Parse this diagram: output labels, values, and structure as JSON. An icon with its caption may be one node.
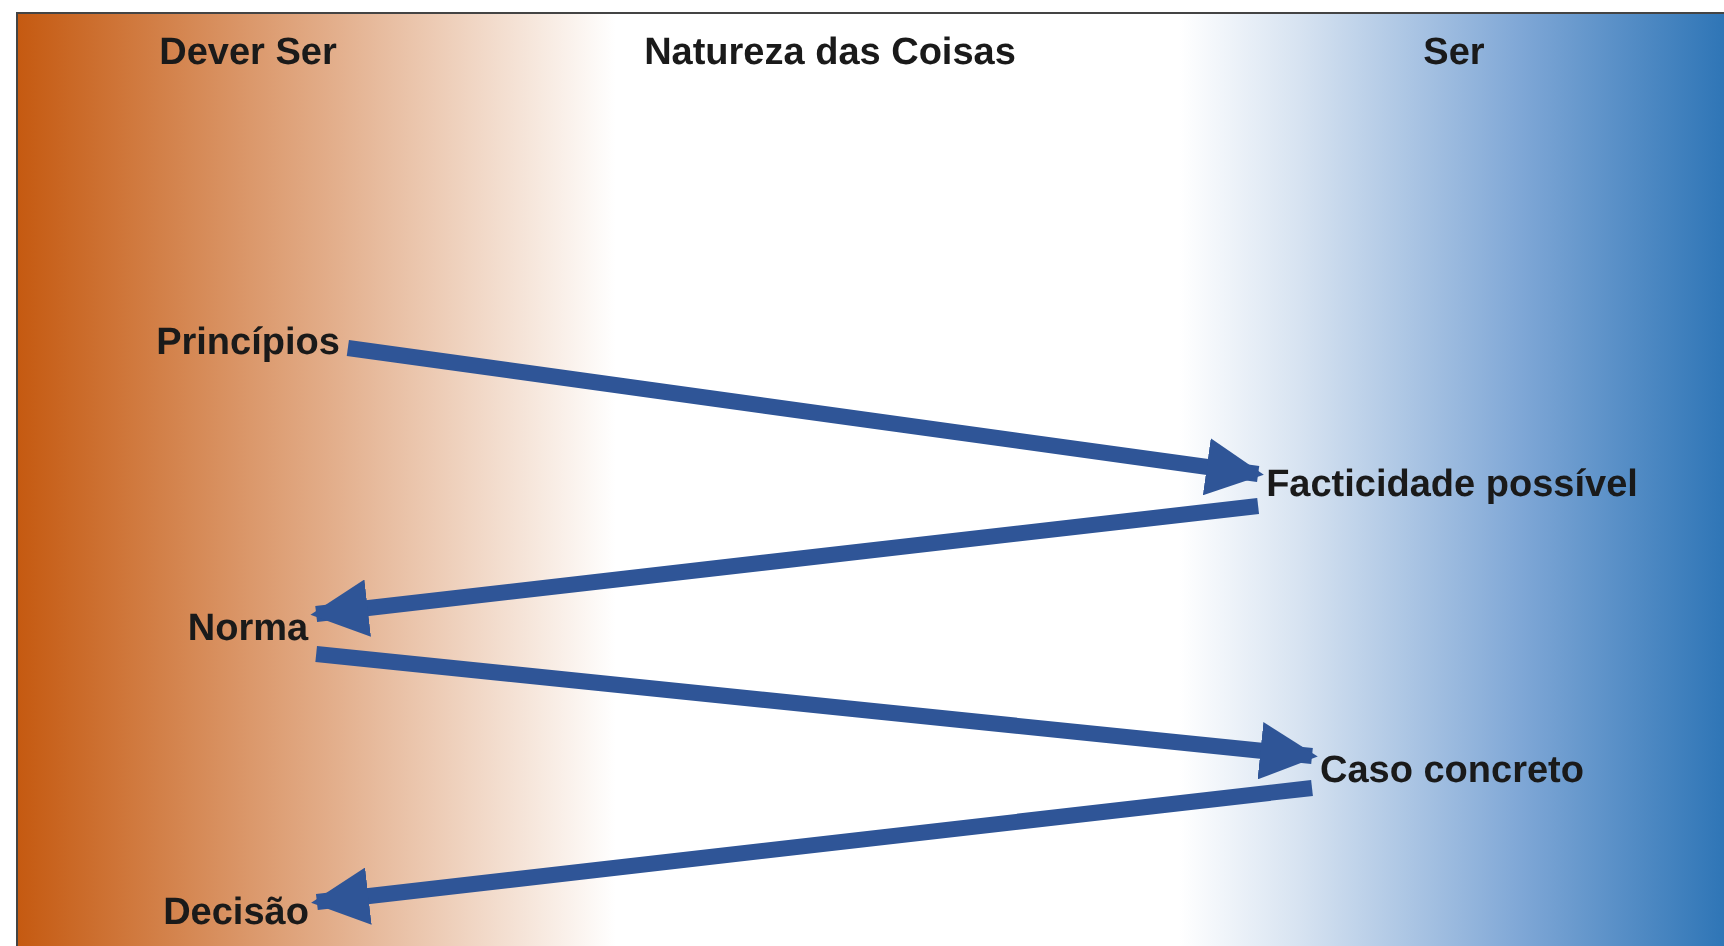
{
  "diagram": {
    "nodes": [
      {
        "text": [
          "Princípios"
        ]
      },
      {
        "text": [
          "Facticidade possível"
        ]
      },
      {
        "text": [
          "Norma"
        ]
      },
      {
        "text": [
          "Caso concreto"
        ]
      },
      {
        "text": [
          "Decisão"
        ]
      }
    ],
    "edges": [
      {
        "from": 0,
        "to": 1,
        "arrow": "to"
      },
      {
        "from": 1,
        "to": 2,
        "arrow": "to"
      },
      {
        "from": 2,
        "to": 3,
        "arrow": "to"
      },
      {
        "from": 3,
        "to": 4,
        "arrow": "to"
      }
    ],
    "labels": [
      "Dever Ser",
      "Natureza das Coisas",
      "Ser"
    ]
  }
}
